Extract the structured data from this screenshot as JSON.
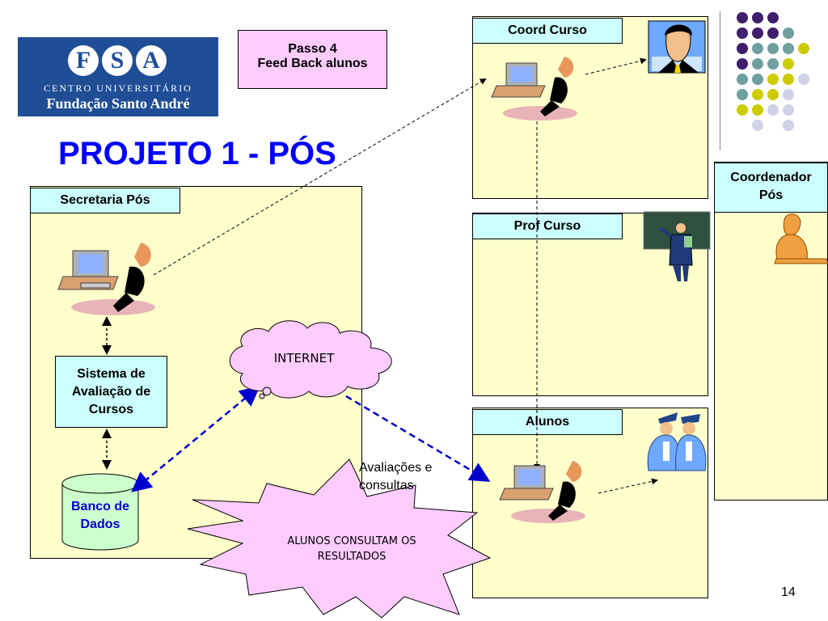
{
  "slide": {
    "title": "PROJETO 1 - PÓS",
    "page_number": "14"
  },
  "logo": {
    "letters": [
      "F",
      "S",
      "A"
    ],
    "line1": "CENTRO UNIVERSITÁRIO",
    "line2": "Fundação Santo André",
    "bg_color": "#1f4e96"
  },
  "step_box": {
    "line1": "Passo 4",
    "line2": "Feed Back alunos"
  },
  "panels": {
    "secretaria": "Secretaria Pós",
    "coord_curso": "Coord Curso",
    "prof_curso": "Prof Curso",
    "alunos": "Alunos",
    "coordenador_pos_line1": "Coordenador",
    "coordenador_pos_line2": "Pós"
  },
  "boxes": {
    "sistema_line1": "Sistema de",
    "sistema_line2": "Avaliação de",
    "sistema_line3": "Cursos",
    "banco_line1": "Banco de",
    "banco_line2": "Dados"
  },
  "cloud": {
    "label": "INTERNET"
  },
  "annotation": {
    "line1": "Avaliações e",
    "line2": "consultas"
  },
  "starburst": {
    "line1": "ALUNOS CONSULTAM OS",
    "line2": "RESULTADOS"
  },
  "icons": {
    "computer_user": "computer-user-icon",
    "businessman": "businessman-icon",
    "teacher": "teacher-icon",
    "graduates": "graduates-icon",
    "thinking_person": "thinking-person-icon"
  },
  "colors": {
    "panel_fill": "#ffffcc",
    "tab_fill": "#ccffff",
    "title_blue": "#0000ff",
    "purple": "#3f1f6b",
    "teal": "#6f9f9f",
    "yellow": "#cccc00",
    "lavender": "#d0d0e8",
    "pink": "#ffccff",
    "db_green": "#ccffcc"
  }
}
